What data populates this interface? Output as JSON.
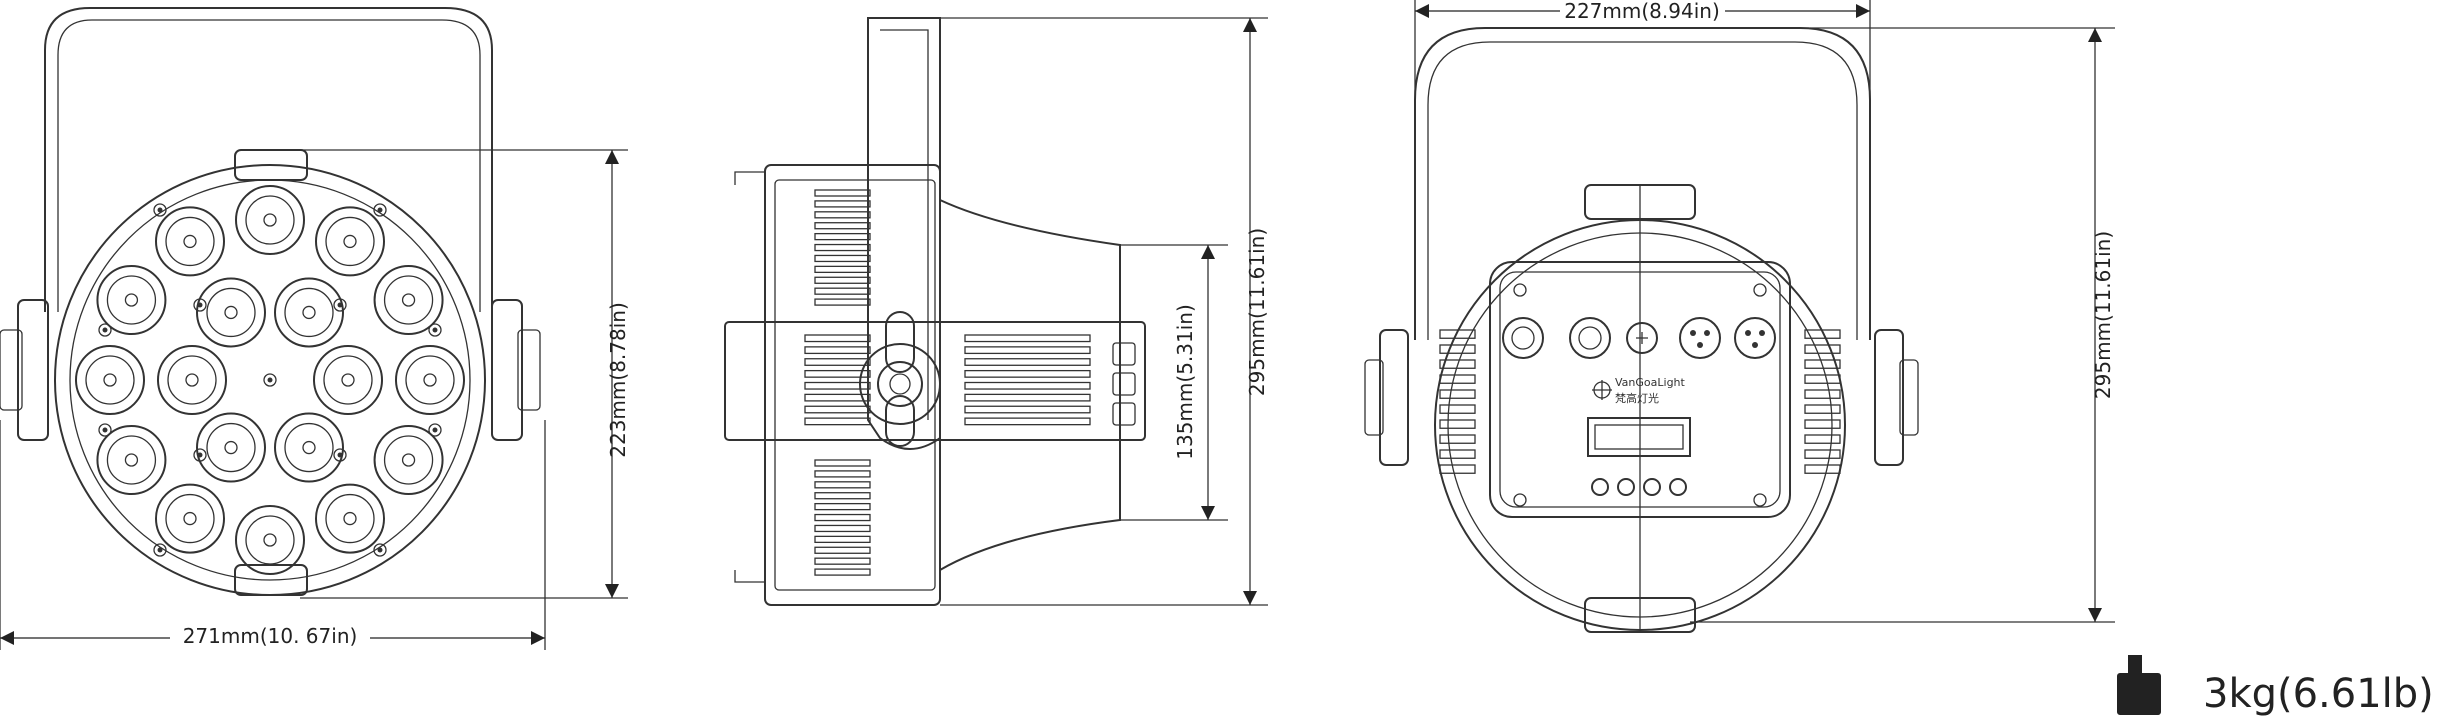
{
  "dimensions": {
    "front_width": "271mm(10. 67in)",
    "front_height": "223mm(8.78in)",
    "side_depth": "135mm(5.31in)",
    "side_height": "295mm(11.61in)",
    "rear_width": "227mm(8.94in)",
    "rear_height": "295mm(11.61in)"
  },
  "logo": {
    "brand": "VanGoaLight",
    "cn": "梵高灯光"
  },
  "weight": {
    "label": "3kg(6.61lb)",
    "icon": "weight-icon"
  },
  "led_count": 18
}
